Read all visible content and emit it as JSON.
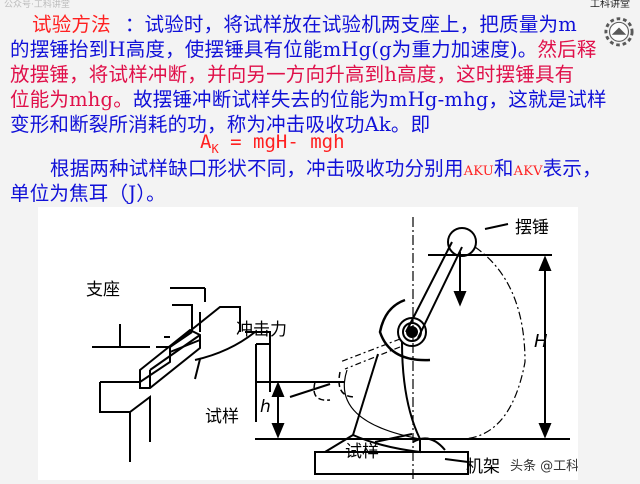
{
  "watermark_top": "公众号·工科讲堂",
  "logo_text": "工科讲堂",
  "paragraph1": {
    "heading": "试验方法",
    "line1_rest": "：试验时，将试样放在试验机两支座上，把质量为m",
    "line2_blue": "的摆锤抬到H高度，使摆锤具有位能mHg(g为重力加速度)。",
    "line2_red": "然后释",
    "line3_red": "放摆锤，将试样冲断，并向另一方向升高到h高度，这时摆锤具有",
    "line4_red": "位能为mhg。",
    "line4_blue": "故摆锤冲断试样失去的位能为mHg-mhg，这就是试样",
    "line5_blue": "变形和断裂所消耗的功，称为冲击吸收功Ak。即"
  },
  "formula": {
    "lhs": "A",
    "sub": "K",
    "rhs": " = mgH- mgh"
  },
  "paragraph2": {
    "line1_a": "根据两种试样缺口形状不同，冲击吸收功分别用",
    "aku": "AKU",
    "line1_b": "和",
    "akv": "AKV",
    "line1_c": "表示，",
    "line2": "单位为焦耳（J）。"
  },
  "diagram": {
    "labels": {
      "support": "支座",
      "impact_force": "冲击力",
      "specimen_left": "试样",
      "pendulum": "摆锤",
      "height_H": "H",
      "height_h": "h",
      "specimen_bottom": "试样",
      "frame": "机架"
    },
    "watermark": "头条 @工科讲堂"
  }
}
